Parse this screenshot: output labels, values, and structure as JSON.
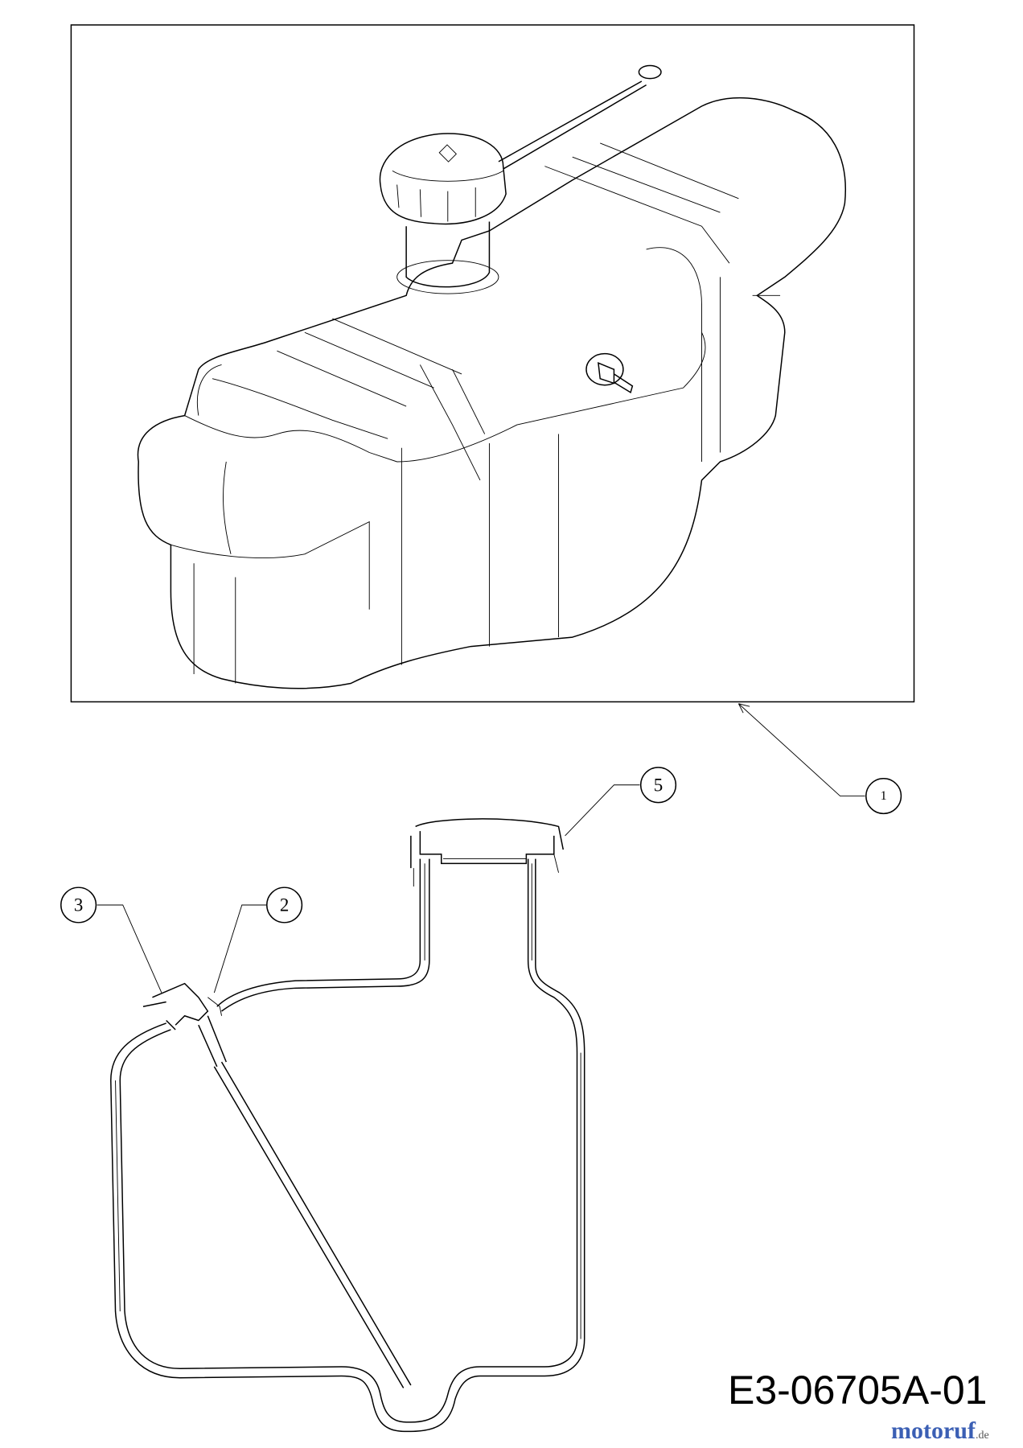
{
  "diagram": {
    "callouts": [
      {
        "label": "1"
      },
      {
        "label": "5"
      },
      {
        "label": "3"
      },
      {
        "label": "2"
      }
    ],
    "drawing_number": "E3-06705A-01",
    "watermark": {
      "brand": "motoruf",
      "tld": ".de",
      "colors": [
        "#3b5fb4",
        "#e0218a",
        "#2aa84a",
        "#e8312f",
        "#f2a516"
      ]
    }
  }
}
